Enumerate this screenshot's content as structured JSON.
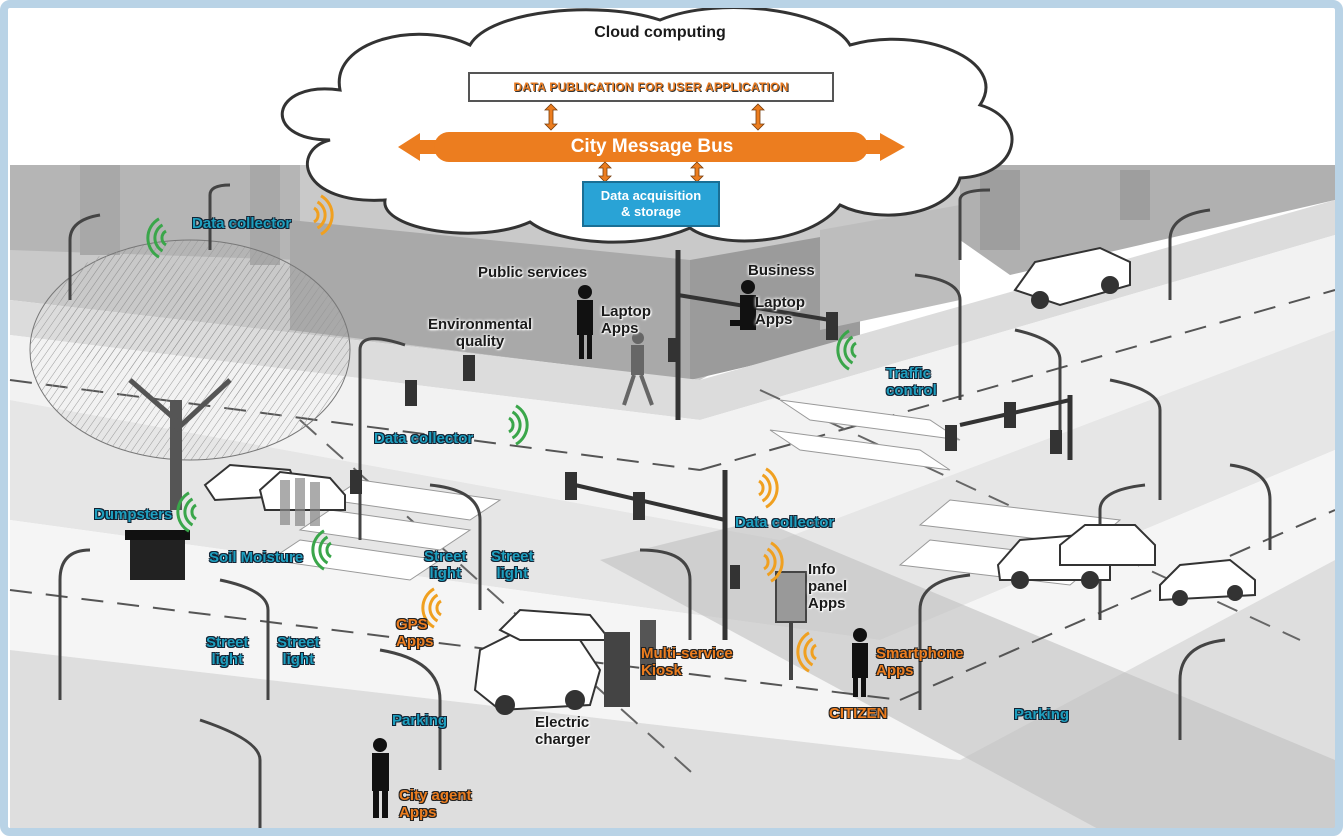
{
  "cloud": {
    "title": "Cloud computing",
    "publication": "DATA PUBLICATION FOR USER APPLICATION",
    "bus": "City Message Bus",
    "acquisition": "Data acquisition\n& storage"
  },
  "labels": {
    "data_collector_1": "Data collector",
    "public_services": "Public services",
    "business": "Business",
    "laptop_apps_1": "Laptop\nApps",
    "laptop_apps_2": "Laptop\nApps",
    "environmental_quality": "Environmental\nquality",
    "traffic_control": "Traffic\ncontrol",
    "data_collector_2": "Data collector",
    "dumpsters": "Dumpsters",
    "soil_moisture": "Soil Moisture",
    "data_collector_3": "Data collector",
    "street_light_1": "Street\nlight",
    "street_light_2": "Street\nlight",
    "info_panel_apps": "Info\npanel\nApps",
    "street_light_3": "Street\nlight",
    "street_light_4": "Street\nlight",
    "gps_apps": "GPS\nApps",
    "multi_service_kiosk": "Multi-service\nKiosk",
    "smartphone_apps": "Smartphone\nApps",
    "citizen": "CITIZEN",
    "parking_1": "Parking",
    "electric_charger": "Electric\ncharger",
    "parking_2": "Parking",
    "city_agent_apps": "City agent\nApps"
  },
  "colors": {
    "bus": "#ec7d1f",
    "acquisition": "#29a3d6",
    "signal_green": "#3aa64a",
    "signal_orange": "#f0a020",
    "label_teal": "#1e9fbf",
    "label_orange": "#ec7d1f",
    "frame": "#b9d3e6"
  }
}
